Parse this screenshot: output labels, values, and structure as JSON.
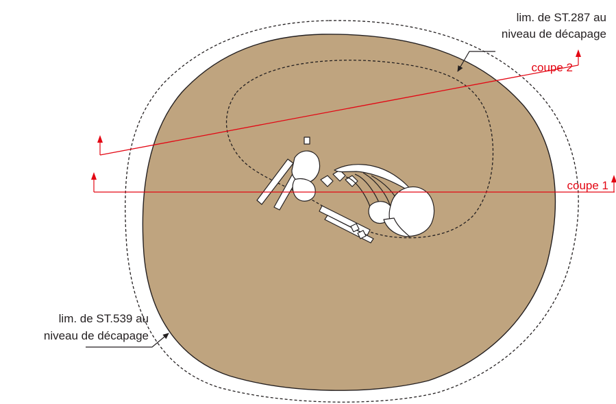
{
  "labels": {
    "st287": {
      "line1": "lim. de ST.287 au",
      "line2": "niveau de décapage"
    },
    "st539": {
      "line1": "lim. de ST.539 au",
      "line2": "niveau de décapage"
    },
    "coupe1": "coupe 1",
    "coupe2": "coupe 2"
  },
  "colors": {
    "pit_fill": "#bfa47f",
    "outline": "#231f20",
    "section_line": "#e30613",
    "bone": "#ffffff"
  },
  "icons": {
    "section_marker": "arrow-up-icon",
    "leader": "arrow-icon"
  }
}
